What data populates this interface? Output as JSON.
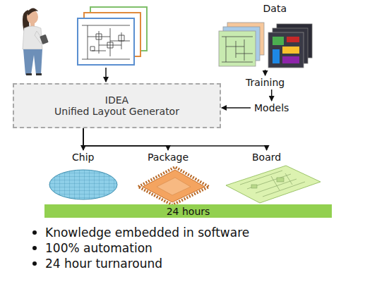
{
  "diagram": {
    "nodes": [
      {
        "text": [
          "Data"
        ]
      },
      {
        "text": [
          "IDEA",
          "Unified Layout Generator"
        ]
      },
      {
        "text": [
          "Training"
        ]
      },
      {
        "text": [
          "Models"
        ]
      },
      {
        "text": [
          "Chip"
        ]
      },
      {
        "text": [
          "Package"
        ]
      },
      {
        "text": [
          "Board"
        ]
      },
      {
        "text": [
          "24 hours"
        ]
      }
    ],
    "edges": [
      {
        "from": 0,
        "to": 2,
        "arrow": "to"
      },
      {
        "from": 2,
        "to": 3,
        "arrow": "to"
      },
      {
        "from": 3,
        "to": 1,
        "arrow": "to"
      },
      {
        "from": 1,
        "to": 4,
        "arrow": "to"
      },
      {
        "from": 1,
        "to": 5,
        "arrow": "to"
      },
      {
        "from": 1,
        "to": 6,
        "arrow": "to"
      }
    ],
    "labels": [
      "Knowledge embedded in software",
      "100% automation",
      "24 hour turnaround"
    ]
  }
}
